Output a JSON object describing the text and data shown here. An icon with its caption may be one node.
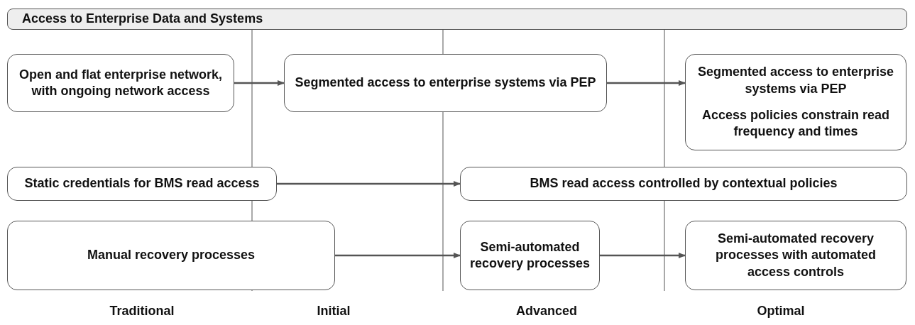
{
  "diagram": {
    "nodes": [
      {
        "text": [
          "Access to Enterprise Data and Systems"
        ]
      },
      {
        "text": [
          "Open and flat enterprise network, with ongoing network access"
        ]
      },
      {
        "text": [
          "Segmented access to enterprise systems via PEP"
        ]
      },
      {
        "text": [
          "Segmented access to enterprise systems via PEP",
          "Access policies constrain read frequency and times"
        ]
      },
      {
        "text": [
          "Static credentials for BMS read access"
        ]
      },
      {
        "text": [
          "BMS read access controlled by contextual policies"
        ]
      },
      {
        "text": [
          "Manual recovery processes"
        ]
      },
      {
        "text": [
          "Semi-automated recovery processes"
        ]
      },
      {
        "text": [
          "Semi-automated recovery processes with automated access controls"
        ]
      }
    ],
    "edges": [
      {
        "from": 1,
        "to": 2,
        "arrow": "to"
      },
      {
        "from": 2,
        "to": 3,
        "arrow": "to"
      },
      {
        "from": 4,
        "to": 5,
        "arrow": "to"
      },
      {
        "from": 6,
        "to": 7,
        "arrow": "to"
      },
      {
        "from": 7,
        "to": 8,
        "arrow": "to"
      }
    ],
    "labels": [
      "Traditional",
      "Initial",
      "Advanced",
      "Optimal"
    ]
  }
}
